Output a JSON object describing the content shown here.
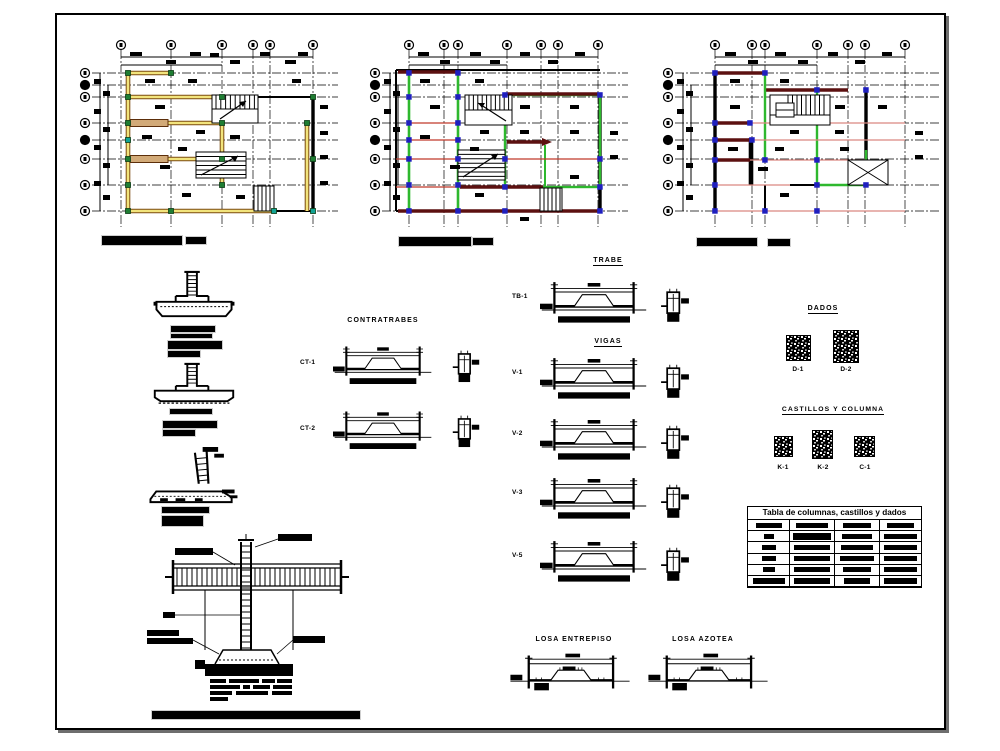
{
  "sections": {
    "contratrabes": {
      "title": "CONTRATRABES",
      "items": [
        {
          "label": "CT-1"
        },
        {
          "label": "CT-2"
        }
      ]
    },
    "trabe": {
      "title": "TRABE",
      "items": [
        {
          "label": "TB-1"
        }
      ]
    },
    "vigas": {
      "title": "VIGAS",
      "items": [
        {
          "label": "V-1"
        },
        {
          "label": "V-2"
        },
        {
          "label": "V-3"
        },
        {
          "label": "V-5"
        }
      ]
    },
    "dados": {
      "title": "DADOS",
      "items": [
        {
          "label": "D-1"
        },
        {
          "label": "D-2"
        }
      ]
    },
    "castillos": {
      "title": "CASTILLOS Y COLUMNA",
      "items": [
        {
          "label": "K-1"
        },
        {
          "label": "K-2"
        },
        {
          "label": "C-1"
        }
      ]
    },
    "tabla": {
      "title": "Tabla de columnas, castillos y dados"
    },
    "losas": {
      "entrepiso_title": "LOSA ENTREPISO",
      "azotea_title": "LOSA AZOTEA"
    }
  },
  "colors": {
    "paper": "#ffffff",
    "ink": "#000000",
    "foundation_beam_yellow": "#f2e47c",
    "foundation_beam_brown": "#7a4a10",
    "foundation_pad_tan": "#d2aa78",
    "column_marker_green": "#1e7d32",
    "column_marker_teal": "#11a394",
    "column_marker_blue": "#1f1fbf",
    "axis_green": "#2eb82e",
    "beam_dark_red": "#5c1010",
    "beam_red": "#c0392b",
    "beam_pink": "#d98880"
  }
}
